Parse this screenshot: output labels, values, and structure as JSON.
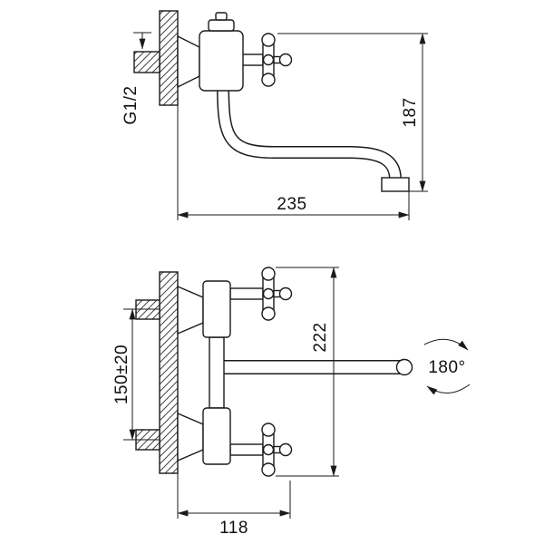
{
  "meta": {
    "title": "Wall-mounted mixer faucet technical drawing"
  },
  "labels": {
    "thread": "G1/2",
    "top_height": "187",
    "top_reach": "235",
    "mount_spacing": "150±20",
    "front_height": "222",
    "front_depth": "118",
    "swivel_angle": "180°"
  },
  "colors": {
    "line": "#1a1a1a",
    "background": "#ffffff"
  }
}
